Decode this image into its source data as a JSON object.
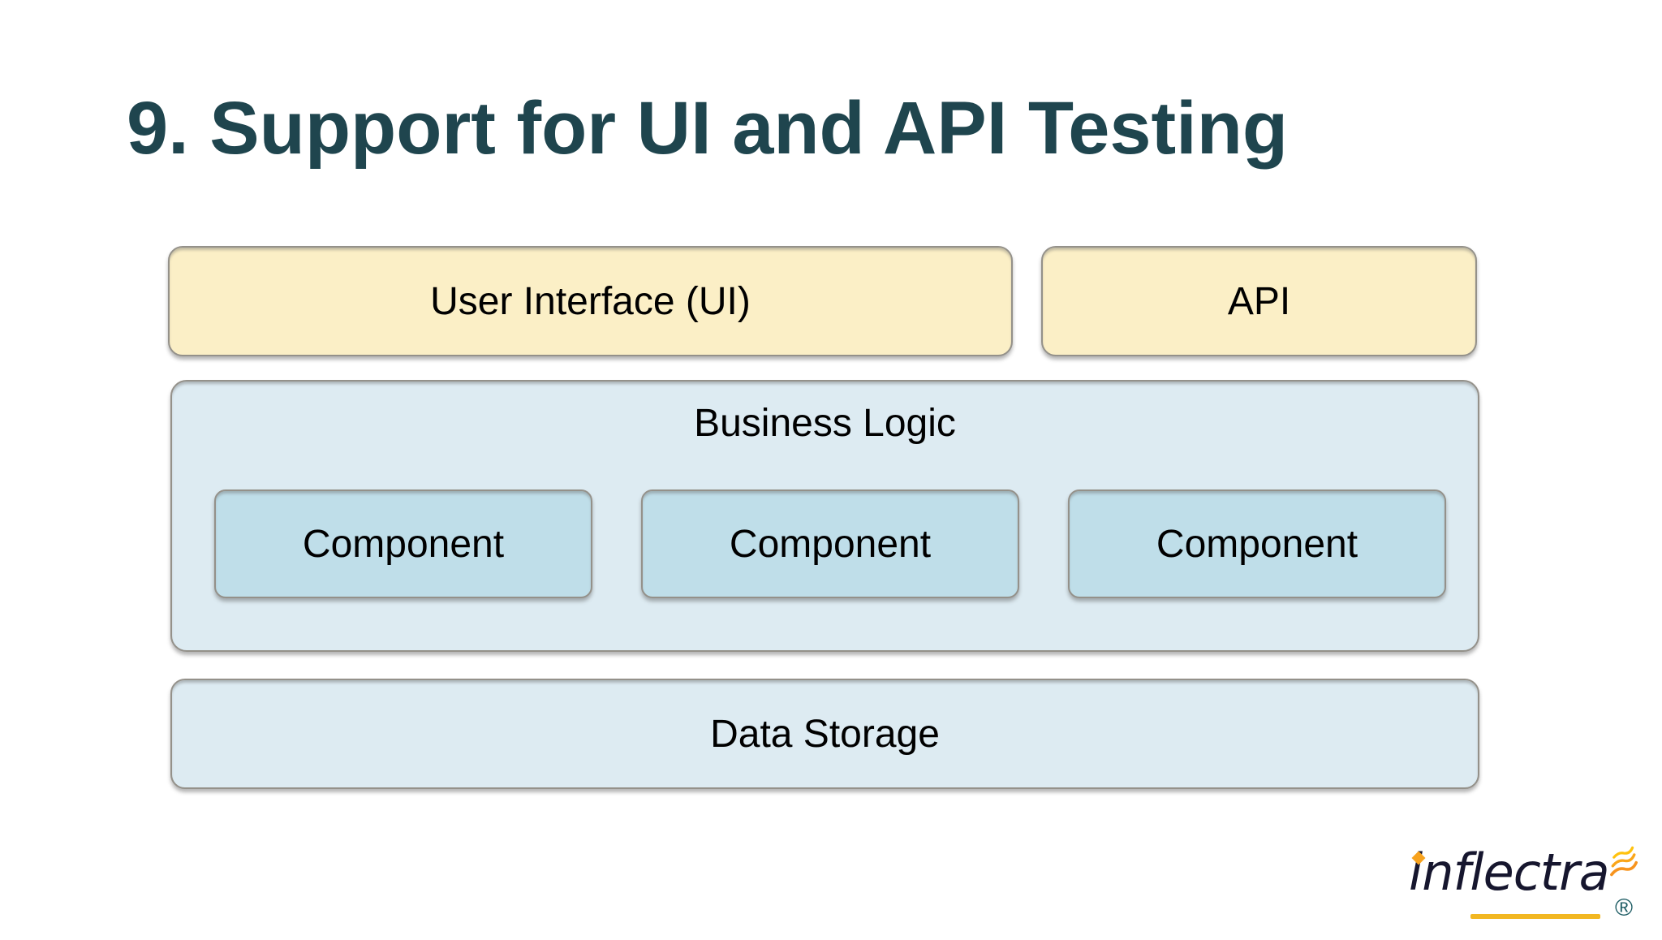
{
  "slide": {
    "title": "9. Support for UI and API Testing"
  },
  "diagram": {
    "top_row": [
      {
        "id": "ui",
        "label": "User Interface (UI)"
      },
      {
        "id": "api",
        "label": "API"
      }
    ],
    "business_logic": {
      "label": "Business Logic",
      "components": [
        {
          "label": "Component"
        },
        {
          "label": "Component"
        },
        {
          "label": "Component"
        }
      ]
    },
    "data_storage": {
      "label": "Data Storage"
    }
  },
  "logo": {
    "brand": "inflectra",
    "registered_mark": "®"
  },
  "colors": {
    "title_text": "#1f454e",
    "box_cream": "#fbefc6",
    "box_light_blue": "#ddebf2",
    "box_component_blue": "#bfdee9",
    "box_border": "#94918a",
    "label_text": "#000000",
    "logo_text": "#16162e",
    "logo_gold": "#f2b722",
    "logo_flame_orange": "#f7941e",
    "logo_flame_amber": "#faa61a",
    "logo_flame_yellow": "#ffc20e",
    "logo_registered_teal": "#1c5b63",
    "background": "#ffffff"
  }
}
